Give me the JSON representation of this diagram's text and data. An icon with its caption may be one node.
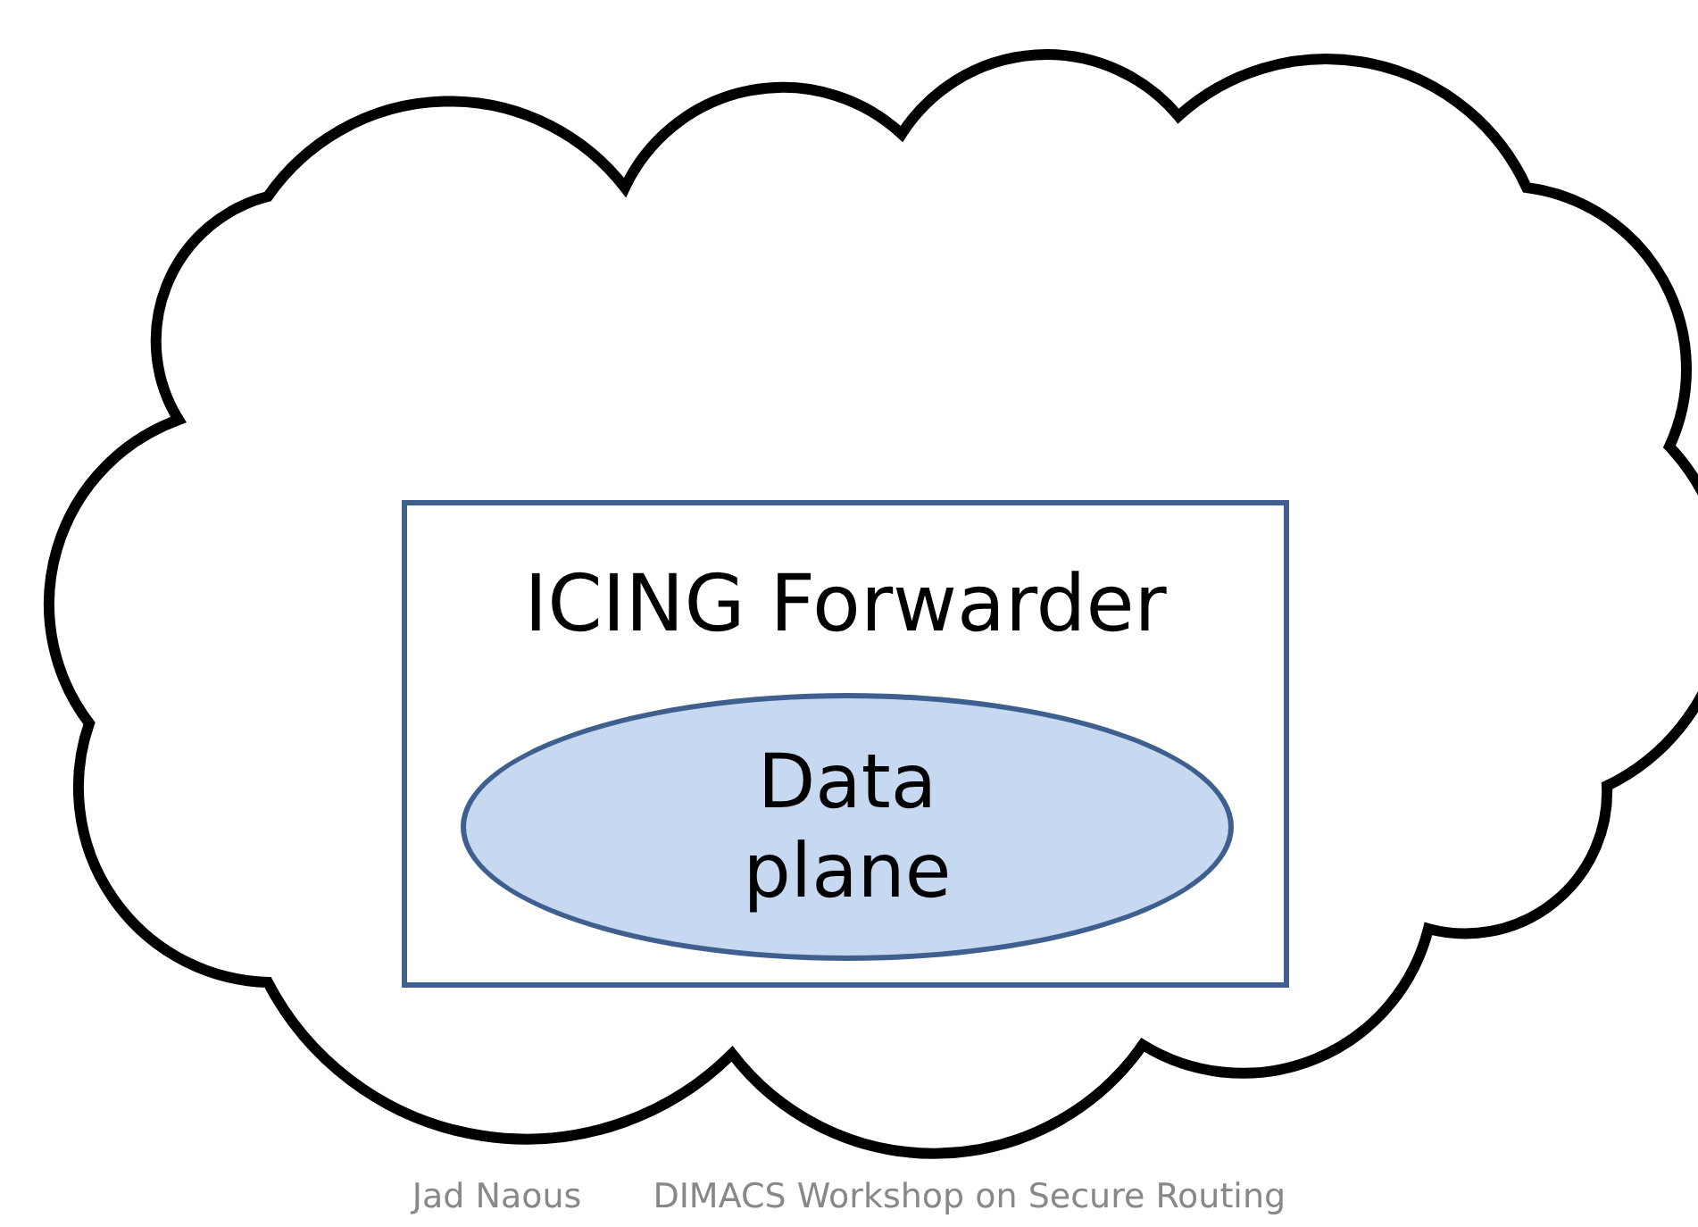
{
  "diagram": {
    "nodes": [
      {
        "text": [],
        "shape": "cloud"
      },
      {
        "text": [
          "ICING Forwarder"
        ],
        "in": 0
      },
      {
        "text": [
          "Data plane"
        ],
        "in": 1
      }
    ],
    "labels": [
      "Jad Naous",
      "DIMACS Workshop on Secure Routing"
    ]
  }
}
